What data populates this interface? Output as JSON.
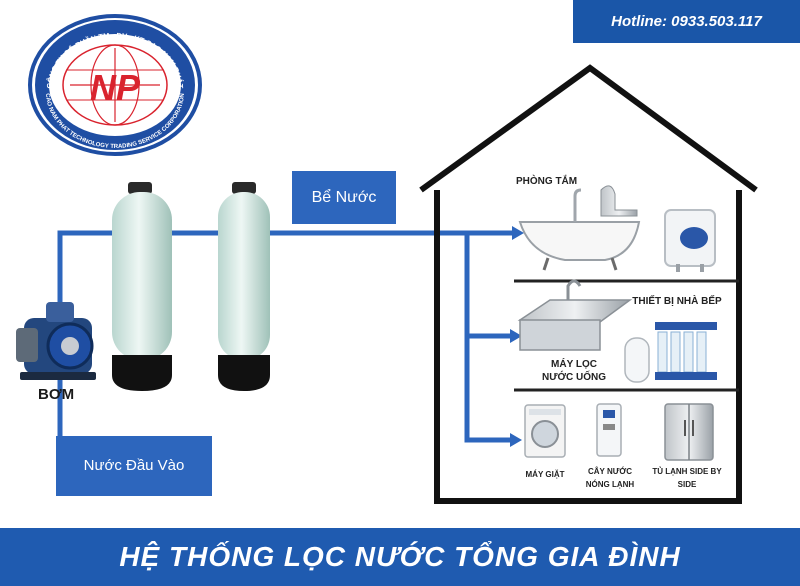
{
  "header": {
    "hotline": "Hotline: 0933.503.117"
  },
  "logo": {
    "initials": "NP",
    "company_vi": "CÔNG TY CỔ PHẦN TM - DV - KT CAO NAM PHÁT",
    "company_en": "CAO NAM PHAT TECHNOLOGY TRADING SERVICE CORPORATION"
  },
  "diagram": {
    "tank_label": "Bể Nước",
    "pump_label": "BƠM",
    "inlet_label": "Nước Đầu Vào",
    "house": {
      "bathroom": "PHÒNG TẮM",
      "kitchen": "THIẾT BỊ NHÀ BẾP",
      "ro_filter": "MÁY LỌC NƯỚC UỐNG",
      "washer": "MÁY GIẶT",
      "dispenser": "CÂY NƯỚC NÓNG LẠNH",
      "fridge": "TỦ LẠNH SIDE BY SIDE"
    }
  },
  "footer": {
    "title": "HỆ THỐNG LỌC NƯỚC TỔNG GIA ĐÌNH"
  },
  "colors": {
    "brand_blue": "#1f5bb0",
    "pipe_blue": "#2d66bd",
    "logo_red": "#d9232e"
  }
}
